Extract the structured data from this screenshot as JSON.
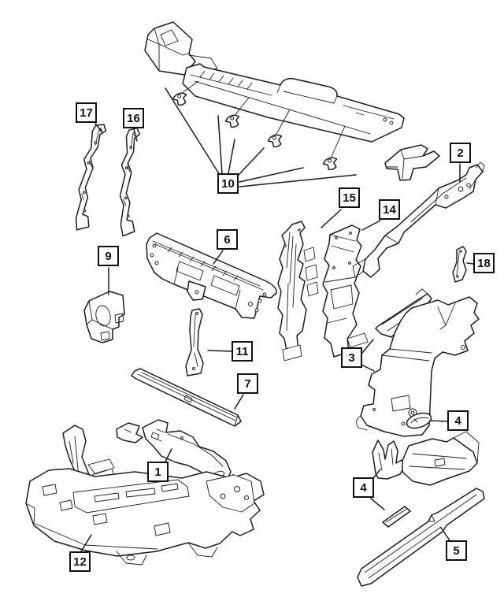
{
  "colors": {
    "background": "#ffffff",
    "line": "#1c1c1c",
    "callout_border": "#111111",
    "callout_text": "#111111"
  },
  "callouts": [
    {
      "label": "17"
    },
    {
      "label": "16"
    },
    {
      "label": "9"
    },
    {
      "label": "10"
    },
    {
      "label": "6"
    },
    {
      "label": "15"
    },
    {
      "label": "14"
    },
    {
      "label": "2"
    },
    {
      "label": "18"
    },
    {
      "label": "3"
    },
    {
      "label": "11"
    },
    {
      "label": "7"
    },
    {
      "label": "4"
    },
    {
      "label": "1"
    },
    {
      "label": "4"
    },
    {
      "label": "12"
    },
    {
      "label": "5"
    }
  ]
}
